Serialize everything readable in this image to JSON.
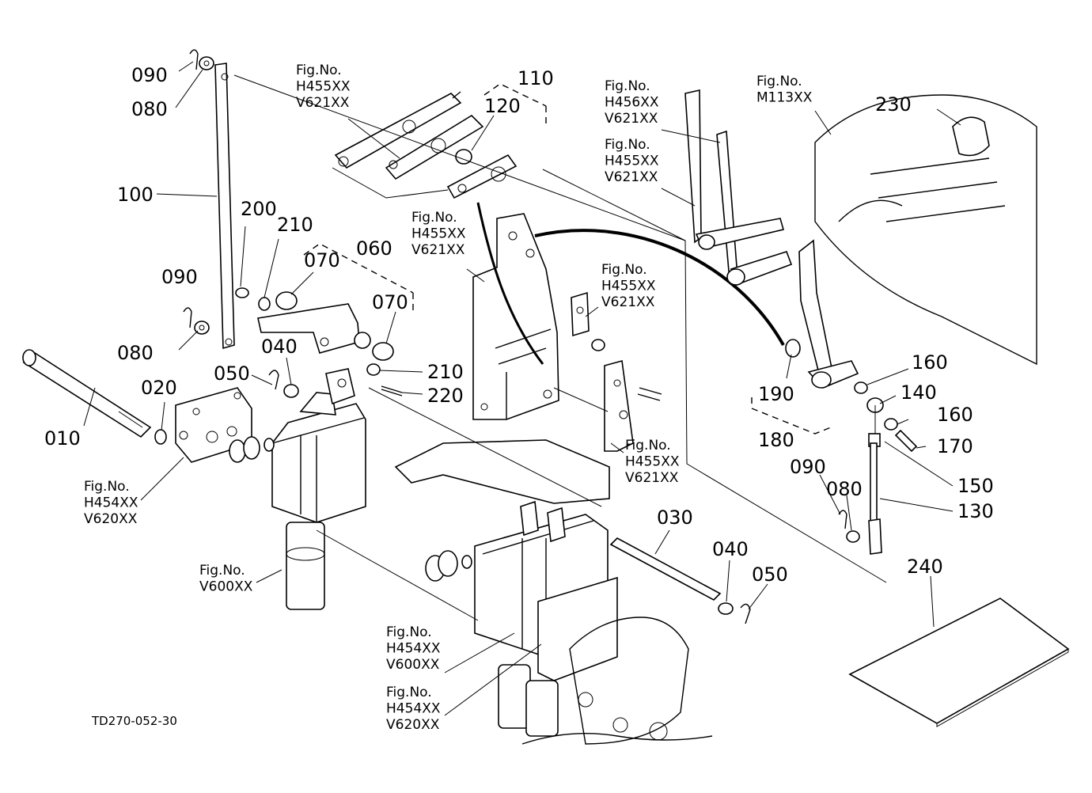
{
  "drawing_ref": "TD270-052-30",
  "parts": [
    {
      "id": "p090a",
      "label": "090"
    },
    {
      "id": "p080a",
      "label": "080"
    },
    {
      "id": "p100",
      "label": "100"
    },
    {
      "id": "p200",
      "label": "200"
    },
    {
      "id": "p210a",
      "label": "210"
    },
    {
      "id": "p070a",
      "label": "070"
    },
    {
      "id": "p060",
      "label": "060"
    },
    {
      "id": "p070b",
      "label": "070"
    },
    {
      "id": "p090b",
      "label": "090"
    },
    {
      "id": "p080b",
      "label": "080"
    },
    {
      "id": "p040a",
      "label": "040"
    },
    {
      "id": "p050a",
      "label": "050"
    },
    {
      "id": "p210b",
      "label": "210"
    },
    {
      "id": "p220",
      "label": "220"
    },
    {
      "id": "p020",
      "label": "020"
    },
    {
      "id": "p010",
      "label": "010"
    },
    {
      "id": "p110",
      "label": "110"
    },
    {
      "id": "p120",
      "label": "120"
    },
    {
      "id": "p230",
      "label": "230"
    },
    {
      "id": "p160a",
      "label": "160"
    },
    {
      "id": "p140",
      "label": "140"
    },
    {
      "id": "p190",
      "label": "190"
    },
    {
      "id": "p160b",
      "label": "160"
    },
    {
      "id": "p180",
      "label": "180"
    },
    {
      "id": "p170",
      "label": "170"
    },
    {
      "id": "p090c",
      "label": "090"
    },
    {
      "id": "p150",
      "label": "150"
    },
    {
      "id": "p080c",
      "label": "080"
    },
    {
      "id": "p130",
      "label": "130"
    },
    {
      "id": "p030",
      "label": "030"
    },
    {
      "id": "p240",
      "label": "240"
    },
    {
      "id": "p040b",
      "label": "040"
    },
    {
      "id": "p050b",
      "label": "050"
    }
  ],
  "fig_refs": [
    {
      "id": "f1",
      "lines": [
        "Fig.No.",
        "H455XX",
        "V621XX"
      ]
    },
    {
      "id": "f2",
      "lines": [
        "Fig.No.",
        "H455XX",
        "V621XX"
      ]
    },
    {
      "id": "f3",
      "lines": [
        "Fig.No.",
        "H455XX",
        "V621XX"
      ]
    },
    {
      "id": "f4",
      "lines": [
        "Fig.No.",
        "H455XX",
        "V621XX"
      ]
    },
    {
      "id": "f5",
      "lines": [
        "Fig.No.",
        "H456XX",
        "V621XX"
      ]
    },
    {
      "id": "f6",
      "lines": [
        "Fig.No.",
        "H455XX",
        "V621XX"
      ]
    },
    {
      "id": "f7",
      "lines": [
        "Fig.No.",
        "M113XX"
      ]
    },
    {
      "id": "f8",
      "lines": [
        "Fig.No.",
        "H454XX",
        "V620XX"
      ]
    },
    {
      "id": "f9",
      "lines": [
        "Fig.No.",
        "V600XX"
      ]
    },
    {
      "id": "f10",
      "lines": [
        "Fig.No.",
        "H454XX",
        "V600XX"
      ]
    },
    {
      "id": "f11",
      "lines": [
        "Fig.No.",
        "H454XX",
        "V620XX"
      ]
    }
  ]
}
